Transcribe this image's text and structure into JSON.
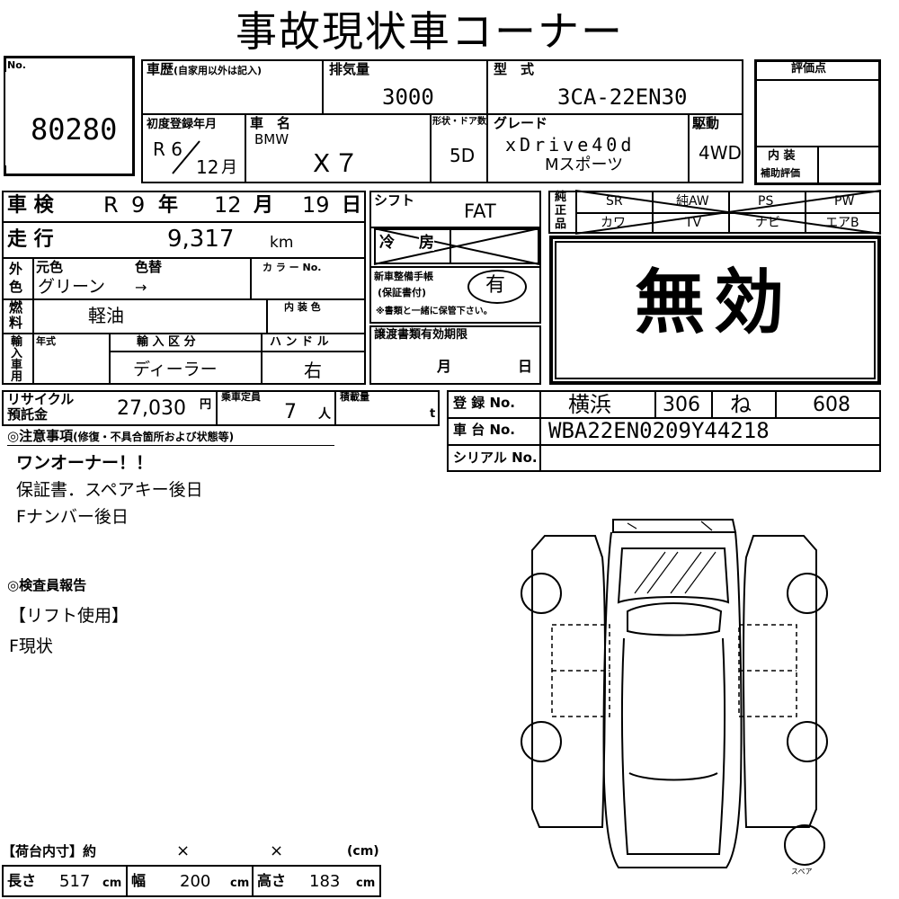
{
  "title": "事故現状車コーナー",
  "no": {
    "label": "No.",
    "value": "80280"
  },
  "history": {
    "label": "車歴",
    "note": "(自家用以外は記入)"
  },
  "displacement": {
    "label": "排気量",
    "value": "3000"
  },
  "model_type": {
    "label": "型　式",
    "value": "3CA-22EN30"
  },
  "evaluation": {
    "label": "評価点",
    "interior": "内 装",
    "aux": "補助評価"
  },
  "first_reg": {
    "label": "初度登録年月",
    "era": "R 6",
    "month": "12",
    "month_unit": "月"
  },
  "car_name": {
    "label": "車　名",
    "maker": "BMW",
    "model": "X７"
  },
  "body": {
    "label": "形状・ドア数",
    "value": "5D"
  },
  "grade": {
    "label": "グレード",
    "line1": "xDrive40d",
    "line2": "Mスポーツ"
  },
  "drive": {
    "label": "駆動",
    "value": "4WD"
  },
  "inspection": {
    "label": "車 検",
    "era": "R",
    "year": "9",
    "year_unit": "年",
    "month": "12",
    "month_unit": "月",
    "day": "19",
    "day_unit": "日"
  },
  "mileage": {
    "label": "走 行",
    "value": "9,317",
    "unit": "km"
  },
  "color": {
    "side_label_1": "外",
    "side_label_2": "色",
    "original_label": "元色",
    "repaint_label": "色替",
    "value": "グリーン",
    "arrow": "→",
    "code_label": "カ ラ ー No."
  },
  "fuel": {
    "side_label_1": "燃",
    "side_label_2": "料",
    "value": "軽油",
    "interior_color_label": "内 装 色"
  },
  "import": {
    "side_labels": [
      "輸",
      "入",
      "車",
      "用"
    ],
    "year_label": "年式",
    "type_label": "輸 入 区 分",
    "type_value": "ディーラー",
    "handle_label": "ハ ン ド ル",
    "handle_value": "右"
  },
  "shift": {
    "label": "シフト",
    "value": "FAT",
    "ac_label_1": "冷",
    "ac_label_2": "房"
  },
  "equipment": {
    "side_labels": [
      "純",
      "正",
      "品"
    ],
    "row1": [
      "SR",
      "純AW",
      "PS",
      "PW"
    ],
    "row2": [
      "カワ",
      "TV",
      "ナビ",
      "エアB"
    ]
  },
  "warranty": {
    "label_1": "新車整備手帳",
    "label_2": "(保証書付)",
    "value": "有",
    "note": "※書類と一緒に保管下さい。"
  },
  "stamp": "無効",
  "transfer": {
    "label": "譲渡書類有効期限",
    "month_unit": "月",
    "day_unit": "日"
  },
  "recycle": {
    "label_1": "リサイクル",
    "label_2": "預託金",
    "value": "27,030",
    "unit": "円"
  },
  "capacity": {
    "label": "乗車定員",
    "value": "7",
    "unit": "人"
  },
  "load": {
    "label": "積載量",
    "unit": "t"
  },
  "registration": {
    "label": "登 録 No.",
    "area": "横浜",
    "class": "306",
    "kana": "ね",
    "number": "608"
  },
  "chassis": {
    "label": "車 台 No.",
    "value": "WBA22EN0209Y44218"
  },
  "serial": {
    "label": "シリアル No."
  },
  "notes": {
    "heading": "◎注意事項",
    "heading_sub": "(修復・不具合箇所および状態等)",
    "lines": [
      "ワンオーナー！！",
      "保証書．スペアキー後日",
      "Fナンバー後日"
    ]
  },
  "inspector": {
    "heading": "◎検査員報告",
    "lines": [
      "【リフト使用】",
      "F現状"
    ]
  },
  "cargo": {
    "heading": "【荷台内寸】約",
    "x1": "×",
    "x2": "×",
    "unit_cm": "(cm)",
    "length_label": "長さ",
    "length": "517",
    "width_label": "幅",
    "width": "200",
    "height_label": "高さ",
    "height": "183",
    "cm": "cm"
  },
  "diagram": {
    "spare_label": "スペア"
  }
}
